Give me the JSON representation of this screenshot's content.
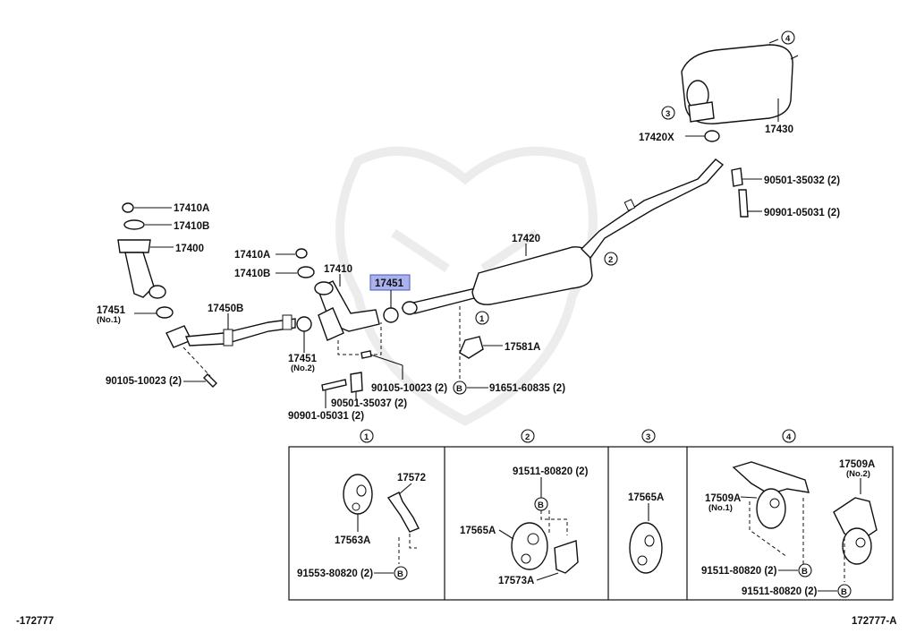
{
  "labels": {
    "p17410A_top": "17410A",
    "p17410B_top": "17410B",
    "p17400": "17400",
    "p17451_no1": "17451",
    "p17451_no1_sub": "(No.1)",
    "p17450B": "17450B",
    "p90105_left": "90105-10023 (2)",
    "p17410A_mid": "17410A",
    "p17410B_mid": "17410B",
    "p17410": "17410",
    "p17451_hl": "17451",
    "p17451_no2": "17451",
    "p17451_no2_sub": "(No.2)",
    "p90105_mid": "90105-10023 (2)",
    "p90501_35037": "90501-35037 (2)",
    "p90901_left": "90901-05031 (2)",
    "p17420": "17420",
    "p17581A": "17581A",
    "p91651": "91651-60835 (2)",
    "p17420X": "17420X",
    "p17430": "17430",
    "p90501_35032": "90501-35032 (2)",
    "p90901_right": "90901-05031 (2)",
    "c1": "1",
    "c2": "2",
    "c3": "3",
    "c4": "4",
    "cB": "B",
    "box1_17572": "17572",
    "box1_17563A": "17563A",
    "box1_91553": "91553-80820 (2)",
    "box2_91511": "91511-80820 (2)",
    "box2_17565A": "17565A",
    "box2_17573A": "17573A",
    "box3_17565A": "17565A",
    "box4_17509A_no1": "17509A",
    "box4_17509A_no1_sub": "(No.1)",
    "box4_17509A_no2": "17509A",
    "box4_17509A_no2_sub": "(No.2)",
    "box4_91511_a": "91511-80820 (2)",
    "box4_91511_b": "91511-80820 (2)",
    "footer_left": "-172777",
    "footer_right": "172777-A"
  }
}
